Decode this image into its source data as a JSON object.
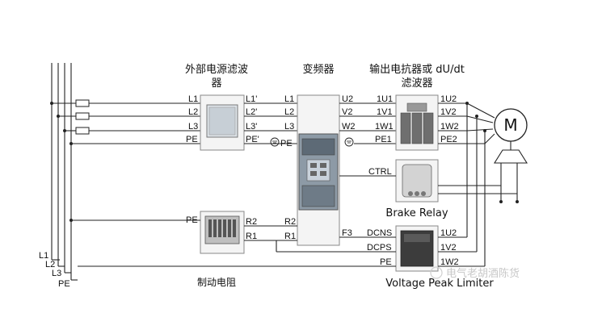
{
  "titles": {
    "filter_line1": "外部电源滤波",
    "filter_line2": "器",
    "inverter": "变频器",
    "reactor_line1": "输出电抗器或 dU/dt",
    "reactor_line2": "滤波器",
    "brake_resistor": "制动电阻",
    "brake_relay": "Brake Relay",
    "vpl": "Voltage Peak Limiter"
  },
  "mains": {
    "labels": [
      "L1",
      "L2",
      "L3",
      "PE"
    ]
  },
  "filter_terminals": {
    "left": [
      "L1",
      "L2",
      "L3",
      "PE"
    ],
    "right": [
      "L1'",
      "L2'",
      "L3'",
      "PE'"
    ]
  },
  "inverter_terminals": {
    "left_top": [
      "L1",
      "L2",
      "L3",
      "PE"
    ],
    "right_top": [
      "U2",
      "V2",
      "W2"
    ],
    "left_bottom": [
      "R2",
      "R1"
    ],
    "right_bottom": [
      "F3"
    ]
  },
  "reactor_terminals": {
    "left": [
      "1U1",
      "1V1",
      "1W1",
      "PE1"
    ],
    "right": [
      "1U2",
      "1V2",
      "1W2",
      "PE2"
    ]
  },
  "motor": {
    "symbol": "M"
  },
  "brake_relay_terminals": {
    "ctrl": "CTRL"
  },
  "resistor_terminals": {
    "left": [
      "PE"
    ],
    "right": [
      "R2",
      "R1"
    ]
  },
  "vpl_terminals": {
    "left": [
      "DCNS",
      "DCPS",
      "PE"
    ],
    "right": [
      "1U2",
      "1V2",
      "1W2"
    ]
  },
  "watermark": "电气老胡酒陈货",
  "colors": {
    "line": "#222222",
    "device_fill": "#f4f4f4",
    "device_stroke": "#888888"
  }
}
